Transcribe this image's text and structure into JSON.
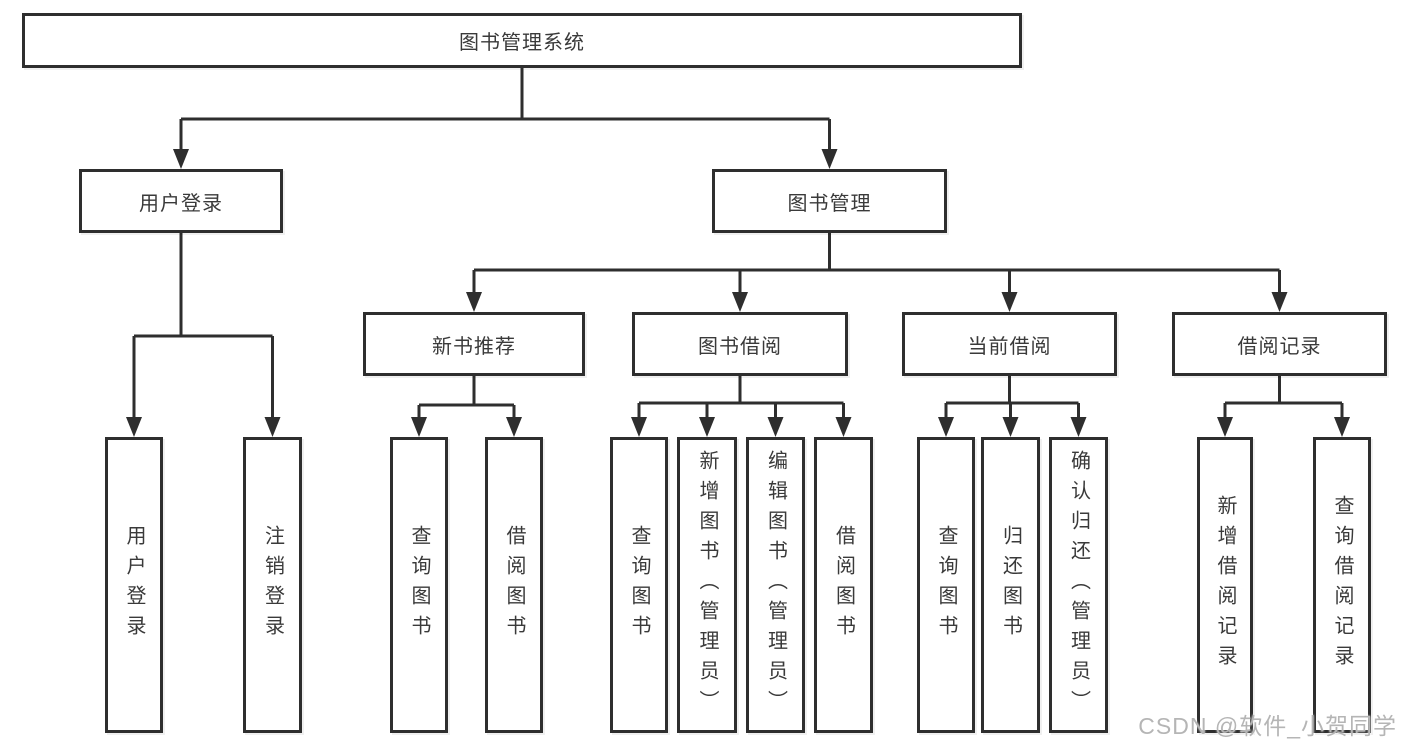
{
  "tree": {
    "label": "图书管理系统",
    "children": [
      {
        "label": "用户登录",
        "children": [
          {
            "label": "用户登录"
          },
          {
            "label": "注销登录"
          }
        ]
      },
      {
        "label": "图书管理",
        "children": [
          {
            "label": "新书推荐",
            "children": [
              {
                "label": "查询图书"
              },
              {
                "label": "借阅图书"
              }
            ]
          },
          {
            "label": "图书借阅",
            "children": [
              {
                "label": "查询图书"
              },
              {
                "label": "新增图书（管理员）"
              },
              {
                "label": "编辑图书（管理员）"
              },
              {
                "label": "借阅图书"
              }
            ]
          },
          {
            "label": "当前借阅",
            "children": [
              {
                "label": "查询图书"
              },
              {
                "label": "归还图书"
              },
              {
                "label": "确认归还（管理员）"
              }
            ]
          },
          {
            "label": "借阅记录",
            "children": [
              {
                "label": "新增借阅记录"
              },
              {
                "label": "查询借阅记录"
              }
            ]
          }
        ]
      }
    ]
  },
  "watermark": {
    "text": "CSDN @软件_小贺同学"
  },
  "colors": {
    "line": "#2e2e2e",
    "box_border": "#2e2e2e",
    "text": "#3a3a3a",
    "background": "#ffffff",
    "watermark": "#b5b5b5"
  }
}
